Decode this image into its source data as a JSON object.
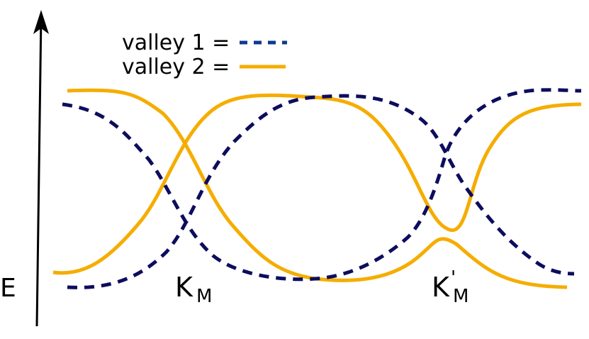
{
  "legend": {
    "valley1_label": "valley 1 =",
    "valley2_label": "valley 2 ="
  },
  "axis": {
    "energy_label": "E"
  },
  "points": {
    "km_main": "K",
    "km_sub": "M",
    "kmp_main": "K",
    "kmp_prime": "'",
    "kmp_sub": "M"
  },
  "colors": {
    "valley1": "#0d0d5e",
    "valley1_legend": "#0d3a8f",
    "valley2": "#f5ad00",
    "axis": "#000000"
  },
  "line_styles": {
    "valley1": "dashed",
    "valley2": "solid"
  }
}
